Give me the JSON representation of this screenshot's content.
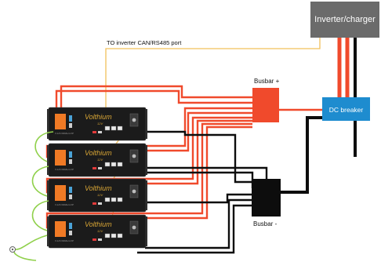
{
  "inverter": {
    "label": "Inverter/charger"
  },
  "comm": {
    "label": "TO inverter CAN/RS485 port"
  },
  "busbar_pos": {
    "label": "Busbar +"
  },
  "busbar_neg": {
    "label": "Busbar -"
  },
  "breaker": {
    "label": "DC breaker"
  },
  "battery": {
    "brand": "Volthium",
    "model": "12V",
    "serial": "V-12V100AH-LFP"
  },
  "batteries": [
    {
      "id": "battery-1"
    },
    {
      "id": "battery-2"
    },
    {
      "id": "battery-3"
    },
    {
      "id": "battery-4"
    }
  ],
  "colors": {
    "positive": "#f04a2c",
    "negative": "#0d0d0d",
    "comm_line": "#f2c05a",
    "ground": "#8fd04a",
    "inverter": "#6b6b6b",
    "breaker": "#1e8ccf",
    "terminal": "#f07a25",
    "battery_body": "#1b1b1b"
  }
}
